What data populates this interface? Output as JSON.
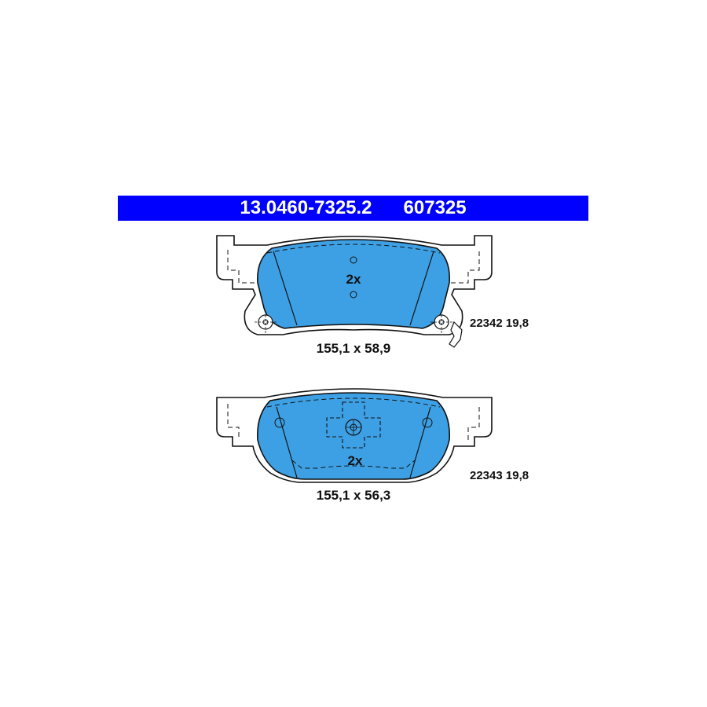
{
  "header": {
    "part_number": "13.0460-7325.2",
    "article_number": "607325",
    "background_color": "#0000ff",
    "text_color": "#ffffff"
  },
  "pads": [
    {
      "quantity": "2x",
      "dimensions": "155,1 x 58,9",
      "code": "22342 19,8",
      "has_wear_sensor": true
    },
    {
      "quantity": "2x",
      "dimensions": "155,1 x 56,3",
      "code": "22343 19,8",
      "has_wear_sensor": false
    }
  ],
  "colors": {
    "friction_material": "#3ea0e4",
    "outline": "#111111",
    "backing_plate": "#ffffff"
  }
}
